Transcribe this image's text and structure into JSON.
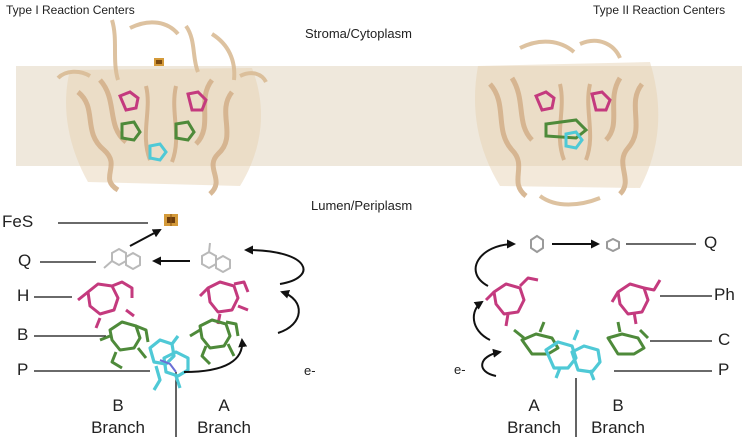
{
  "diagram": {
    "type1_title": "Type I Reaction Centers",
    "type2_title": "Type II Reaction Centers",
    "stroma_label": "Stroma/Cytoplasm",
    "lumen_label": "Lumen/Periplasm",
    "colors": {
      "membrane": "#efe8dc",
      "protein": "#e6cfae",
      "pigment_magenta": "#c43a7e",
      "pigment_green": "#4e8a3a",
      "special_pair_cyan": "#4fc9d6",
      "fes_orange": "#d49a3a",
      "quinone_grey": "#b9b9b9"
    },
    "type1": {
      "labels": {
        "fes": "FeS",
        "q": "Q",
        "h": "H",
        "b": "B",
        "p": "P"
      },
      "electron": "e-",
      "branch_b": {
        "letter": "B",
        "word": "Branch"
      },
      "branch_a": {
        "letter": "A",
        "word": "Branch"
      }
    },
    "type2": {
      "labels": {
        "q": "Q",
        "ph": "Ph",
        "c": "C",
        "p": "P"
      },
      "electron": "e-",
      "branch_a": {
        "letter": "A",
        "word": "Branch"
      },
      "branch_b": {
        "letter": "B",
        "word": "Branch"
      }
    }
  }
}
